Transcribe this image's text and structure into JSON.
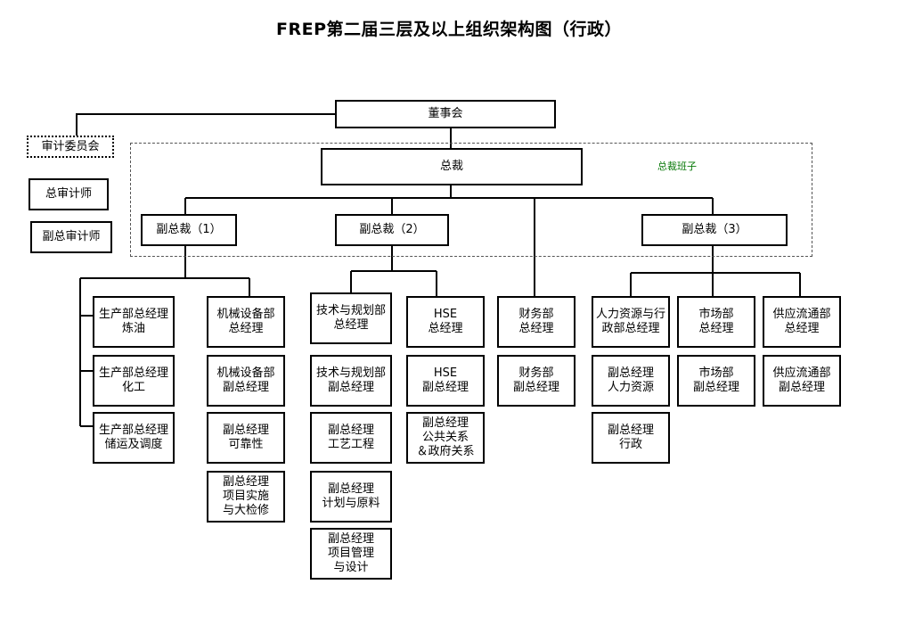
{
  "title": "FREP第二届三层及以上组织架构图（行政）",
  "group_label": "总裁班子",
  "nodes": {
    "board": "董事会",
    "audit_committee": "审计委员会",
    "chief_auditor": "总审计师",
    "deputy_chief_auditor": "副总审计师",
    "president": "总裁",
    "vp1": "副总裁（1）",
    "vp2": "副总裁（2）",
    "vp3": "副总裁（3）",
    "prod_refining": "生产部总经理\n炼油",
    "prod_chemical": "生产部总经理\n化工",
    "prod_storage": "生产部总经理\n储运及调度",
    "mech_gm": "机械设备部\n总经理",
    "mech_dgm": "机械设备部\n副总经理",
    "dgm_reliability": "副总经理\n可靠性",
    "dgm_project_exec": "副总经理\n项目实施\n与大检修",
    "tech_gm": "技术与规划部\n总经理",
    "tech_dgm": "技术与规划部\n副总经理",
    "dgm_process": "副总经理\n工艺工程",
    "dgm_planning": "副总经理\n计划与原料",
    "dgm_project_mgmt": "副总经理\n项目管理\n与设计",
    "hse_gm": "HSE\n总经理",
    "hse_dgm": "HSE\n副总经理",
    "dgm_pr": "副总经理\n公共关系\n＆政府关系",
    "fin_gm": "财务部\n总经理",
    "fin_dgm": "财务部\n副总经理",
    "hr_gm": "人力资源与行\n政部总经理",
    "dgm_hr": "副总经理\n人力资源",
    "dgm_admin": "副总经理\n行政",
    "mkt_gm": "市场部\n总经理",
    "mkt_dgm": "市场部\n副总经理",
    "supply_gm": "供应流通部\n总经理",
    "supply_dgm": "供应流通部\n副总经理"
  }
}
